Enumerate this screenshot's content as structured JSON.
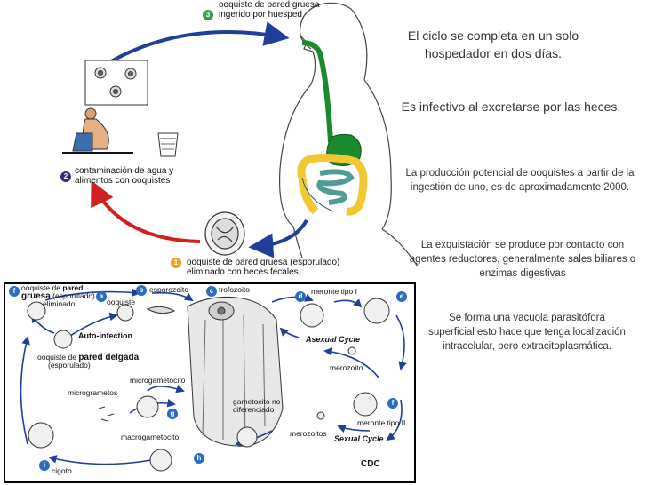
{
  "right_panel": {
    "p1": "El ciclo se completa en un solo hospedador en dos días.",
    "p2": "Es  infectivo al excretarse por las heces.",
    "p3": "La producción potencial de ooquistes a partir de la ingestión de uno, es de aproximadamente 2000.",
    "p4": "La exquistación se produce por contacto con agentes reductores, generalmente sales biliares o enzimas digestivas",
    "p5": "Se forma una vacuola parasitófora superficial esto hace que tenga localización intracelular, pero extracitoplasmática."
  },
  "top_diagram": {
    "step3_num": "3",
    "step3_line1": "ooquiste de pared gruesa",
    "step3_line2": "ingerido por huesped",
    "step2_num": "2",
    "step2_line1": "contaminación de agua y",
    "step2_line2": "alimentos con ooquistes",
    "step1_num": "1",
    "step1_line1": "ooquiste de pared gruesa (esporulado)",
    "step1_line2": "eliminado con heces fecales"
  },
  "lifecycle": {
    "a_badge": "f",
    "oq_line1a": "ooquiste de ",
    "oq_line1b": "pared",
    "oq_line2a": "gruesa",
    "oq_line2b": " (esporulado)",
    "oq_line3": "eliminado",
    "oq_top": "ooquiste",
    "badge_a": "a",
    "badge_b": "b",
    "badge_c": "c",
    "badge_d": "d",
    "badge_e": "e",
    "badge_f": "f",
    "badge_g": "g",
    "badge_h": "h",
    "badge_i": "i",
    "esporozoito": "esporozoito",
    "trofozoito": "trofozoito",
    "meronte1": "meronte tipo I",
    "auto_infection": "Auto-infection",
    "thin_line1a": "ooquiste de ",
    "thin_line1b": "pared delgada",
    "thin_line2": "(esporulado)",
    "asexual": "Asexual Cycle",
    "merozoito": "merozoito",
    "microgametocito": "microgametocito",
    "microgametos": "microgrametos",
    "gametocito_line1": "gametocito no",
    "gametocito_line2": "diferenciado",
    "meronte2": "meronte tipo II",
    "merozoitos": "merozoitos",
    "sexual": "Sexual Cycle",
    "macrogametocito": "macrogametocito",
    "cigoto": "cigoto",
    "cdc": "CDC"
  },
  "colors": {
    "blue_arrow": "#1f3f9a",
    "red_arrow": "#d02020",
    "esophagus": "#1a8a2e",
    "stomach": "#1a8a2e",
    "small_intestine": "#4f9b95",
    "large_intestine": "#f2c832",
    "badge_green": "#3aa04a",
    "badge_purple": "#3b2d7a",
    "badge_orange": "#f0a020",
    "badge_blue": "#2a6cc0"
  }
}
